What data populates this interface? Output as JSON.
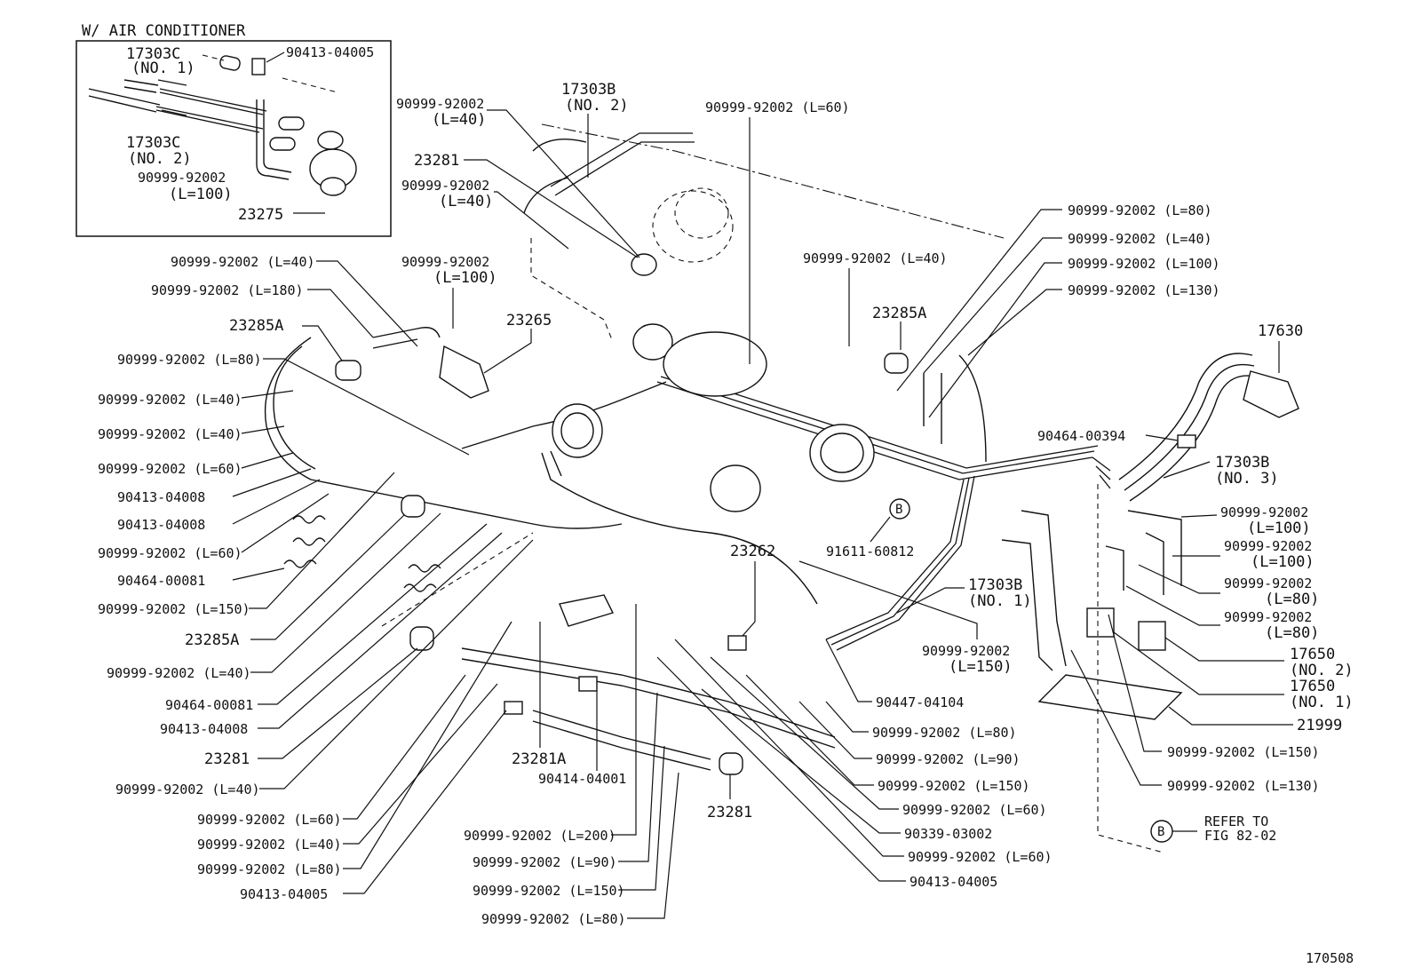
{
  "inset": {
    "title": "W/ AIR CONDITIONER",
    "labels": {
      "c1_part": "17303C",
      "c1_num": "(NO. 1)",
      "union": "90413-04005",
      "c2_part": "17303C",
      "c2_num": "(NO. 2)",
      "hose_part": "90999-92002",
      "hose_len": "(L=100)",
      "valve": "23275"
    }
  },
  "callouts": {
    "h_l40_a": "90999-92002 (L=40)",
    "h_l180": "90999-92002 (L=180)",
    "p_23285a_left": "23285A",
    "h_l80_left": "90999-92002 (L=80)",
    "h_l40_b": "90999-92002 (L=40)",
    "h_l40_c": "90999-92002 (L=40)",
    "h_l60_a": "90999-92002 (L=60)",
    "u_04008_a": "90413-04008",
    "u_04008_b": "90413-04008",
    "h_l60_b": "90999-92002 (L=60)",
    "c_00081_a": "90464-00081",
    "h_l150_a": "90999-92002 (L=150)",
    "p_23285a_bottom": "23285A",
    "h_l40_d": "90999-92002 (L=40)",
    "c_00081_b": "90464-00081",
    "u_04008_c": "90413-04008",
    "p_23281_left": "23281",
    "h_l40_e": "90999-92002 (L=40)",
    "h_l60_c": "90999-92002 (L=60)",
    "h_l40_f": "90999-92002 (L=40)",
    "h_l80_b": "90999-92002 (L=80)",
    "u_04005_a": "90413-04005",
    "top_h1_part": "90999-92002",
    "top_h1_len": "(L=40)",
    "top_23281": "23281",
    "top_h2_part": "90999-92002",
    "top_h2_len": "(L=40)",
    "top_h3_part": "90999-92002",
    "top_h3_len": "(L=100)",
    "p_23265": "23265",
    "p_17303b_no2_part": "17303B",
    "p_17303b_no2_num": "(NO. 2)",
    "h_l60_top": "90999-92002 (L=60)",
    "h_l40_mid": "90999-92002 (L=40)",
    "p_23285a_right": "23285A",
    "h_r_l80": "90999-92002 (L=80)",
    "h_r_l40": "90999-92002 (L=40)",
    "h_r_l100": "90999-92002 (L=100)",
    "h_r_l130": "90999-92002 (L=130)",
    "p_17630": "17630",
    "c_00394": "90464-00394",
    "p_17303b_no3_part": "17303B",
    "p_17303b_no3_num": "(NO. 3)",
    "rh1_part": "90999-92002",
    "rh1_len": "(L=100)",
    "rh2_part": "90999-92002",
    "rh2_len": "(L=100)",
    "rh3_part": "90999-92002",
    "rh3_len": "(L=80)",
    "rh4_part": "90999-92002",
    "rh4_len": "(L=80)",
    "p_17650_no2_part": "17650",
    "p_17650_no2_num": "(NO. 2)",
    "p_17650_no1_part": "17650",
    "p_17650_no1_num": "(NO. 1)",
    "p_21999": "21999",
    "h_r_l150": "90999-92002 (L=150)",
    "h_r_l130_b": "90999-92002 (L=130)",
    "bolt_91611": "91611-60812",
    "p_23262": "23262",
    "p_17303b_no1_part": "17303B",
    "p_17303b_no1_num": "(NO. 1)",
    "h_c_l150_part": "90999-92002",
    "h_c_l150_len": "(L=150)",
    "u_04104": "90447-04104",
    "h_c_l80": "90999-92002 (L=80)",
    "h_c_l90": "90999-92002 (L=90)",
    "h_c_l150_b": "90999-92002 (L=150)",
    "h_c_l60": "90999-92002 (L=60)",
    "u_03002": "90339-03002",
    "h_c_l60_b": "90999-92002 (L=60)",
    "u_04005_b": "90413-04005",
    "p_23281a": "23281A",
    "u_04001": "90414-04001",
    "p_23281_bottom": "23281",
    "h_b_l200": "90999-92002 (L=200)",
    "h_b_l90": "90999-92002 (L=90)",
    "h_b_l150": "90999-92002 (L=150)",
    "h_b_l80": "90999-92002 (L=80)",
    "refer_marker": "B",
    "refer_line1": "REFER TO",
    "refer_line2": "FIG 82-02",
    "bolt_marker": "B"
  },
  "figure_number": "170508"
}
